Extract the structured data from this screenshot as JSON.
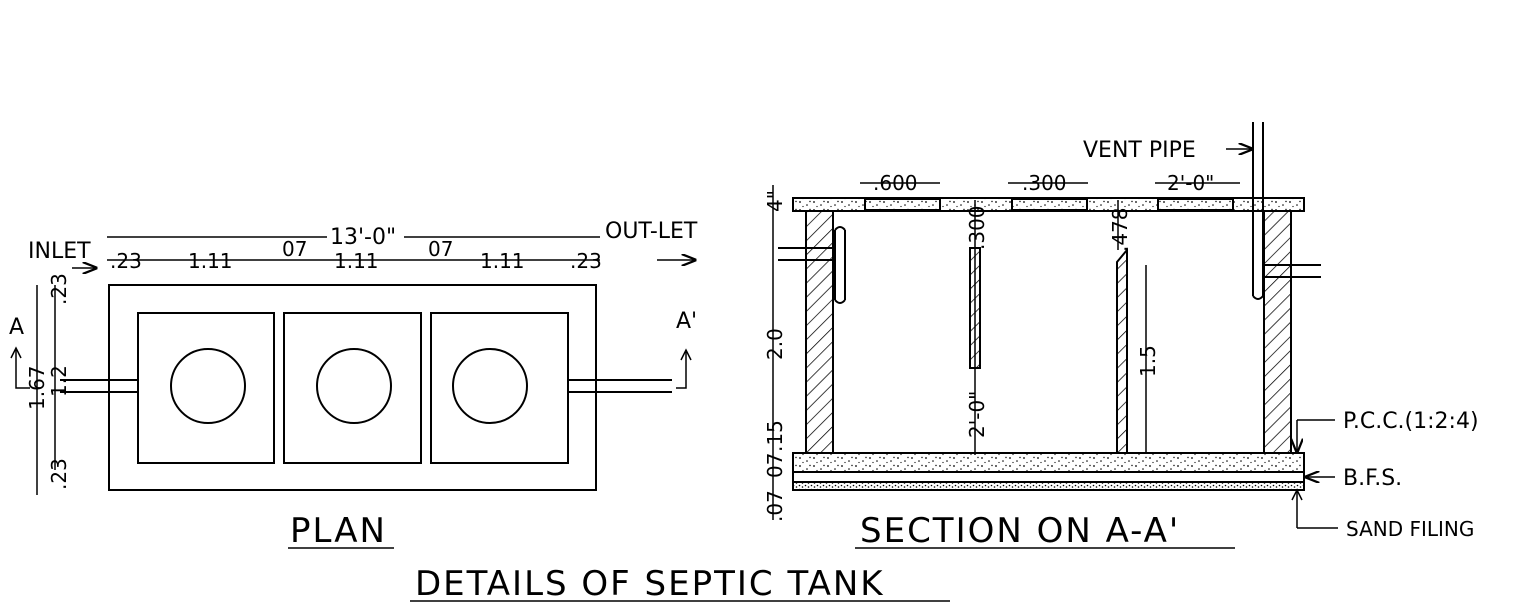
{
  "title": "DETAILS OF SEPTIC TANK",
  "plan": {
    "title": "PLAN",
    "inlet_label": "INLET",
    "outlet_label": "OUT-LET",
    "overall_length": "13'-0\"",
    "dims_top": [
      ".23",
      "1.11",
      "07",
      "1.11",
      "07",
      "1.11",
      ".23"
    ],
    "dims_left": [
      ".23",
      "1.2",
      "1.67",
      ".23"
    ],
    "section_mark_left": "A",
    "section_mark_right": "A'"
  },
  "section": {
    "title": "SECTION ON A-A'",
    "vent_pipe_label": "VENT PIPE",
    "cover_openings": [
      ".600",
      ".300",
      "2'-0\""
    ],
    "slab_thickness": "4\"",
    "depth_total": "2.0",
    "depth_partial": ".15",
    "baffle_top_1": ".300",
    "baffle_height_1": "2'-0\"",
    "baffle_top_2": ".478",
    "baffle_height_2": "1.5",
    "base_dims": [
      "07",
      ".07"
    ],
    "layers": [
      "P.C.C.(1:2:4)",
      "B.F.S.",
      "SAND FILING"
    ]
  }
}
